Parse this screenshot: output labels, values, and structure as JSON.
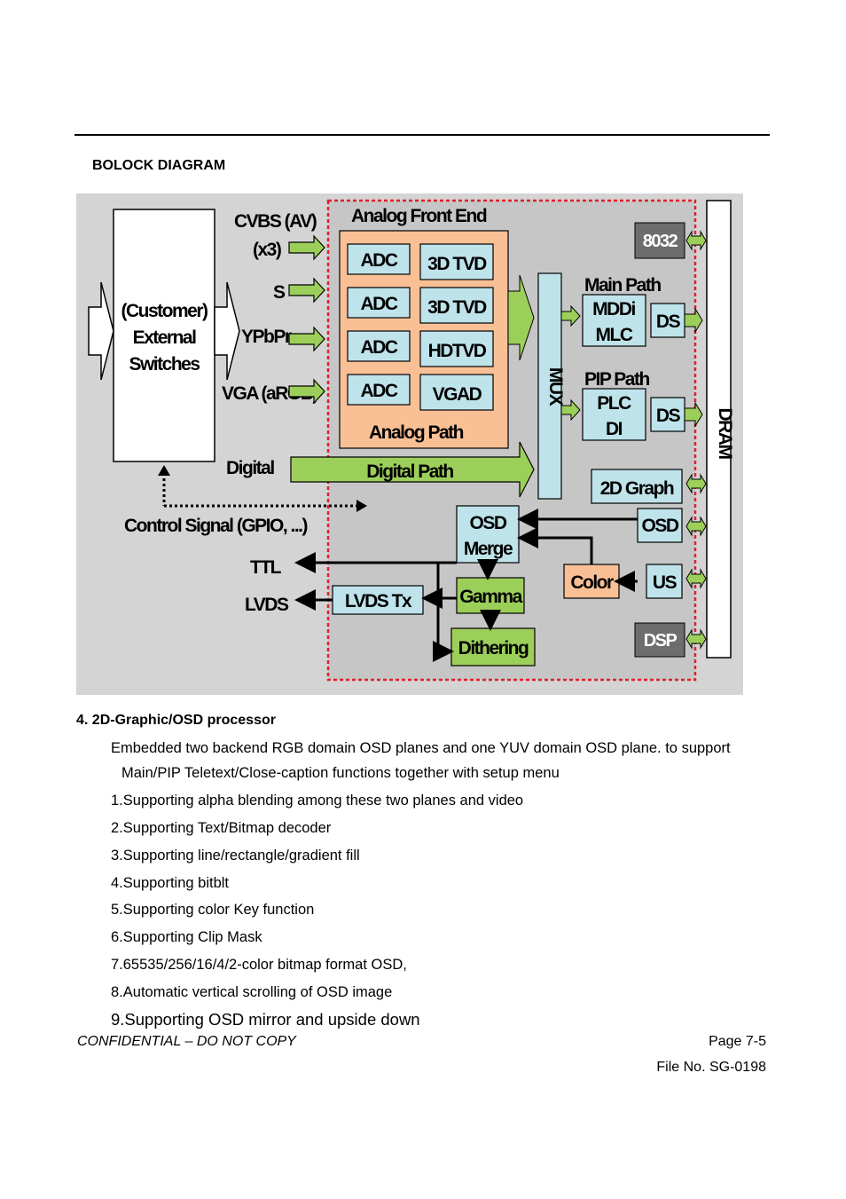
{
  "diagram": {
    "heading": "BOLOCK DIAGRAM",
    "labels": {
      "customer": [
        "(Customer)",
        "External",
        "Switches"
      ],
      "cvbs": "CVBS (AV)",
      "x3": "(x3)",
      "s": "S",
      "ypbpr": "YPbPr",
      "vga": "VGA (aRGB)",
      "digital": "Digital",
      "control": "Control Signal (GPIO, ...)",
      "ttl": "TTL",
      "lvds": "LVDS",
      "afe": "Analog Front End",
      "analog_path": "Analog Path",
      "adc": "ADC",
      "tvd3d": "3D TVD",
      "hdtvd": "HDTVD",
      "vgad": "VGAD",
      "digital_path": "Digital Path",
      "mux": "MUX",
      "main_path": "Main Path",
      "mddi": "MDDi",
      "mlc": "MLC",
      "ds": "DS",
      "pip_path": "PIP Path",
      "plc": "PLC",
      "di": "DI",
      "graph2d": "2D Graph",
      "osd": "OSD",
      "osd_merge_1": "OSD",
      "osd_merge_2": "Merge",
      "color": "Color",
      "us": "US",
      "gamma": "Gamma",
      "dithering": "Dithering",
      "lvds_tx": "LVDS Tx",
      "cpu": "8032",
      "dsp": "DSP",
      "dram": "DRAM"
    },
    "colors": {
      "afe_fill": "#f9c096",
      "block_fill": "#bfe3ea",
      "chip_bg": "#c6c6c6",
      "green": "#9ccf5a",
      "dark_box": "#6d6d6d",
      "border_red": "#e0202a"
    }
  },
  "section": {
    "title": "4. 2D-Graphic/OSD processor",
    "intro_line1": "Embedded two backend RGB domain OSD planes and one YUV domain OSD plane. to support",
    "intro_line2": "Main/PIP Teletext/Close-caption functions together with setup menu",
    "items": [
      "1.Supporting alpha blending among these two planes and video",
      "2.Supporting Text/Bitmap decoder",
      "3.Supporting line/rectangle/gradient fill",
      "4.Supporting bitblt",
      "5.Supporting color Key function",
      "6.Supporting Clip Mask",
      "7.65535/256/16/4/2-color bitmap format OSD,",
      "8.Automatic vertical scrolling of OSD image",
      "9.Supporting OSD mirror and upside down"
    ]
  },
  "footer": {
    "confidential": "CONFIDENTIAL – DO NOT COPY",
    "page": "Page  7-5",
    "file_no": "File  No.  SG-0198"
  }
}
